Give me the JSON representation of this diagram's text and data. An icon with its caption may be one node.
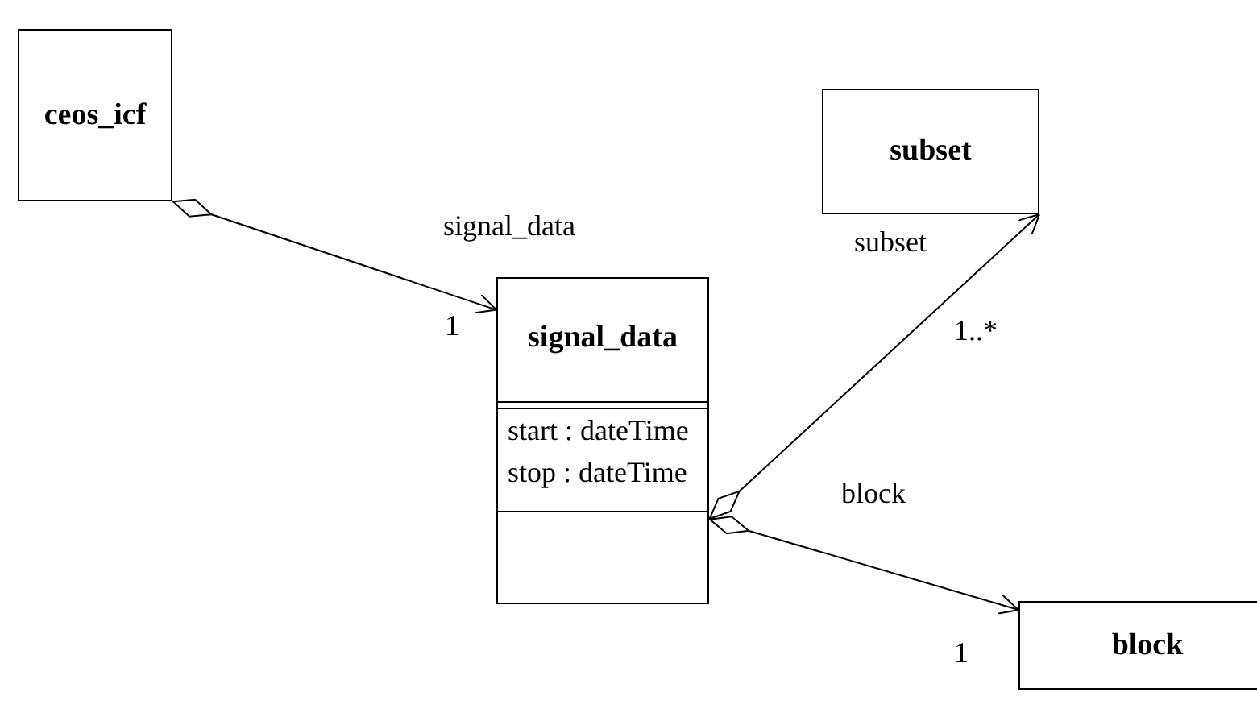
{
  "diagram": {
    "nodes": [
      {
        "text": [
          "ceos_icf"
        ]
      },
      {
        "text": [
          "subset"
        ]
      },
      {
        "text": [
          "signal_data",
          "start : dateTime",
          "stop : dateTime"
        ]
      },
      {
        "text": [
          "block"
        ]
      }
    ],
    "edges": [
      {
        "from": 0,
        "to": 2,
        "arrow": "to",
        "label": "signal_data"
      },
      {
        "from": 2,
        "to": 1,
        "arrow": "to",
        "label": "subset"
      },
      {
        "from": 2,
        "to": 3,
        "arrow": "to",
        "label": "block"
      }
    ],
    "labels": [
      "1",
      "1..*",
      "1"
    ]
  }
}
